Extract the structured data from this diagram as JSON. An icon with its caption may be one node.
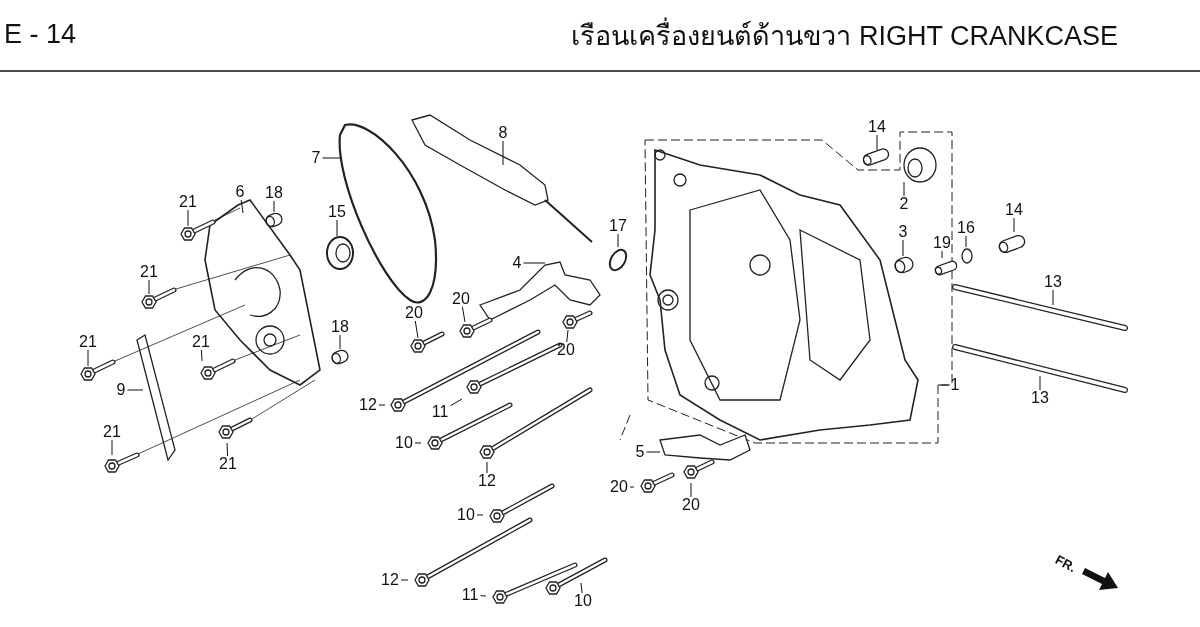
{
  "diagram": {
    "title": "เรือนเครื่องยนต์ด้านขวา  RIGHT CRANKCASE",
    "nodes": [
      {
        "text": [
          "8"
        ]
      },
      {
        "text": [
          "14"
        ]
      },
      {
        "text": [
          "7"
        ]
      },
      {
        "text": [
          "6"
        ]
      },
      {
        "text": [
          "18"
        ]
      },
      {
        "text": [
          "21"
        ]
      },
      {
        "text": [
          "15"
        ]
      },
      {
        "text": [
          "2"
        ]
      },
      {
        "text": [
          "17"
        ]
      },
      {
        "text": [
          "14"
        ]
      },
      {
        "text": [
          "16"
        ]
      },
      {
        "text": [
          "3"
        ]
      },
      {
        "text": [
          "19"
        ]
      },
      {
        "text": [
          "4"
        ]
      },
      {
        "text": [
          "21"
        ]
      },
      {
        "text": [
          "13"
        ]
      },
      {
        "text": [
          "20"
        ]
      },
      {
        "text": [
          "20"
        ]
      },
      {
        "text": [
          "20"
        ]
      },
      {
        "text": [
          "21"
        ]
      },
      {
        "text": [
          "21"
        ]
      },
      {
        "text": [
          "18"
        ]
      },
      {
        "text": [
          "1"
        ]
      },
      {
        "text": [
          "9"
        ]
      },
      {
        "text": [
          "13"
        ]
      },
      {
        "text": [
          "12"
        ]
      },
      {
        "text": [
          "11"
        ]
      },
      {
        "text": [
          "21"
        ]
      },
      {
        "text": [
          "10"
        ]
      },
      {
        "text": [
          "5"
        ]
      },
      {
        "text": [
          "21"
        ]
      },
      {
        "text": [
          "12"
        ]
      },
      {
        "text": [
          "20"
        ]
      },
      {
        "text": [
          "20"
        ]
      },
      {
        "text": [
          "10"
        ]
      },
      {
        "text": [
          "12"
        ]
      },
      {
        "text": [
          "11"
        ]
      },
      {
        "text": [
          "10"
        ]
      }
    ],
    "edges": [
      {
        "from": 0,
        "to": null,
        "arrow": "none"
      },
      {
        "from": 1,
        "to": null,
        "arrow": "none"
      },
      {
        "from": 2,
        "to": null,
        "arrow": "none"
      },
      {
        "from": 3,
        "to": null,
        "arrow": "none"
      },
      {
        "from": 4,
        "to": null,
        "arrow": "none"
      },
      {
        "from": 5,
        "to": null,
        "arrow": "none"
      },
      {
        "from": 6,
        "to": null,
        "arrow": "none"
      },
      {
        "from": 7,
        "to": null,
        "arrow": "none"
      },
      {
        "from": 8,
        "to": null,
        "arrow": "none"
      },
      {
        "from": 9,
        "to": null,
        "arrow": "none"
      },
      {
        "from": 10,
        "to": null,
        "arrow": "none"
      },
      {
        "from": 11,
        "to": null,
        "arrow": "none"
      },
      {
        "from": 12,
        "to": null,
        "arrow": "none"
      },
      {
        "from": 13,
        "to": null,
        "arrow": "none"
      },
      {
        "from": 14,
        "to": null,
        "arrow": "none"
      },
      {
        "from": 15,
        "to": null,
        "arrow": "none"
      },
      {
        "from": 16,
        "to": null,
        "arrow": "none"
      },
      {
        "from": 17,
        "to": null,
        "arrow": "none"
      },
      {
        "from": 18,
        "to": null,
        "arrow": "none"
      },
      {
        "from": 19,
        "to": null,
        "arrow": "none"
      },
      {
        "from": 20,
        "to": null,
        "arrow": "none"
      },
      {
        "from": 21,
        "to": null,
        "arrow": "none"
      },
      {
        "from": 22,
        "to": null,
        "arrow": "none"
      },
      {
        "from": 23,
        "to": null,
        "arrow": "none"
      },
      {
        "from": 24,
        "to": null,
        "arrow": "none"
      },
      {
        "from": 25,
        "to": null,
        "arrow": "none"
      },
      {
        "from": 26,
        "to": null,
        "arrow": "none"
      },
      {
        "from": 27,
        "to": null,
        "arrow": "none"
      },
      {
        "from": 28,
        "to": null,
        "arrow": "none"
      },
      {
        "from": 29,
        "to": null,
        "arrow": "none"
      },
      {
        "from": 30,
        "to": null,
        "arrow": "none"
      },
      {
        "from": 31,
        "to": null,
        "arrow": "none"
      },
      {
        "from": 32,
        "to": null,
        "arrow": "none"
      },
      {
        "from": 33,
        "to": null,
        "arrow": "none"
      },
      {
        "from": 34,
        "to": null,
        "arrow": "none"
      },
      {
        "from": 35,
        "to": null,
        "arrow": "none"
      },
      {
        "from": 36,
        "to": null,
        "arrow": "none"
      },
      {
        "from": 37,
        "to": null,
        "arrow": "none"
      }
    ],
    "labels": [
      "E - 14",
      "FR."
    ]
  }
}
